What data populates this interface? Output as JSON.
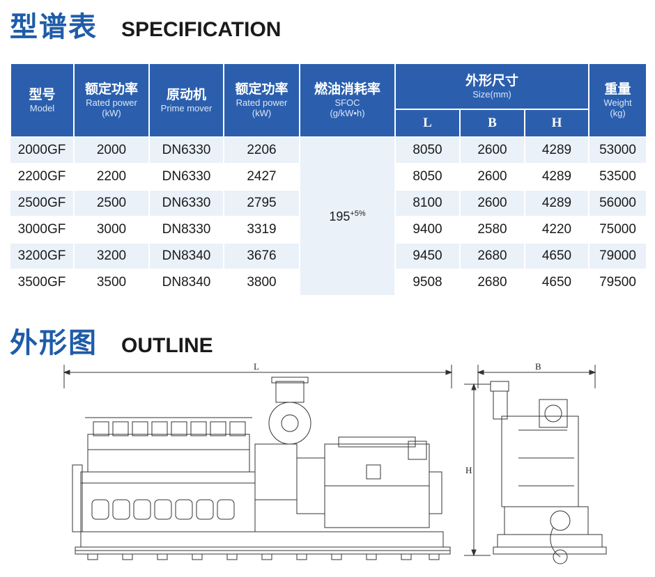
{
  "spec_section": {
    "title_zh": "型谱表",
    "title_en": "SPECIFICATION"
  },
  "table": {
    "headers": {
      "model": {
        "zh": "型号",
        "en": "Model"
      },
      "rated_power_1": {
        "zh": "额定功率",
        "en": "Rated power",
        "unit": "(kW)"
      },
      "prime_mover": {
        "zh": "原动机",
        "en": "Prime mover"
      },
      "rated_power_2": {
        "zh": "额定功率",
        "en": "Rated power",
        "unit": "(kW)"
      },
      "sfoc": {
        "zh": "燃油消耗率",
        "en": "SFOC",
        "unit": "(g/kW•h)"
      },
      "size": {
        "zh": "外形尺寸",
        "en": "Size(mm)",
        "l": "L",
        "b": "B",
        "h": "H"
      },
      "weight": {
        "zh": "重量",
        "en": "Weight",
        "unit": "(kg)"
      }
    },
    "sfoc_value": "195",
    "sfoc_tolerance": "+5%",
    "rows": [
      {
        "model": "2000GF",
        "power": "2000",
        "mover": "DN6330",
        "engine_power": "2206",
        "l": "8050",
        "b": "2600",
        "h": "4289",
        "weight": "53000"
      },
      {
        "model": "2200GF",
        "power": "2200",
        "mover": "DN6330",
        "engine_power": "2427",
        "l": "8050",
        "b": "2600",
        "h": "4289",
        "weight": "53500"
      },
      {
        "model": "2500GF",
        "power": "2500",
        "mover": "DN6330",
        "engine_power": "2795",
        "l": "8100",
        "b": "2600",
        "h": "4289",
        "weight": "56000"
      },
      {
        "model": "3000GF",
        "power": "3000",
        "mover": "DN8330",
        "engine_power": "3319",
        "l": "9400",
        "b": "2580",
        "h": "4220",
        "weight": "75000"
      },
      {
        "model": "3200GF",
        "power": "3200",
        "mover": "DN8340",
        "engine_power": "3676",
        "l": "9450",
        "b": "2680",
        "h": "4650",
        "weight": "79000"
      },
      {
        "model": "3500GF",
        "power": "3500",
        "mover": "DN8340",
        "engine_power": "3800",
        "l": "9508",
        "b": "2680",
        "h": "4650",
        "weight": "79500"
      }
    ]
  },
  "outline_section": {
    "title_zh": "外形图",
    "title_en": "OUTLINE"
  },
  "drawing_labels": {
    "length": "L",
    "width": "B",
    "height": "H"
  }
}
